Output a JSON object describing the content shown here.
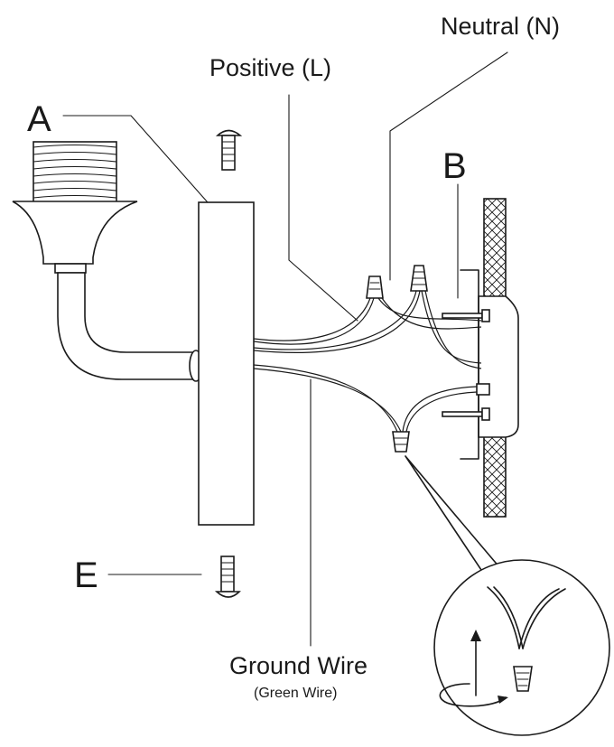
{
  "labels": {
    "neutral": "Neutral (N)",
    "positive": "Positive (L)",
    "part_a": "A",
    "part_b": "B",
    "part_e": "E",
    "ground_wire": "Ground Wire",
    "ground_wire_note": "(Green Wire)"
  }
}
